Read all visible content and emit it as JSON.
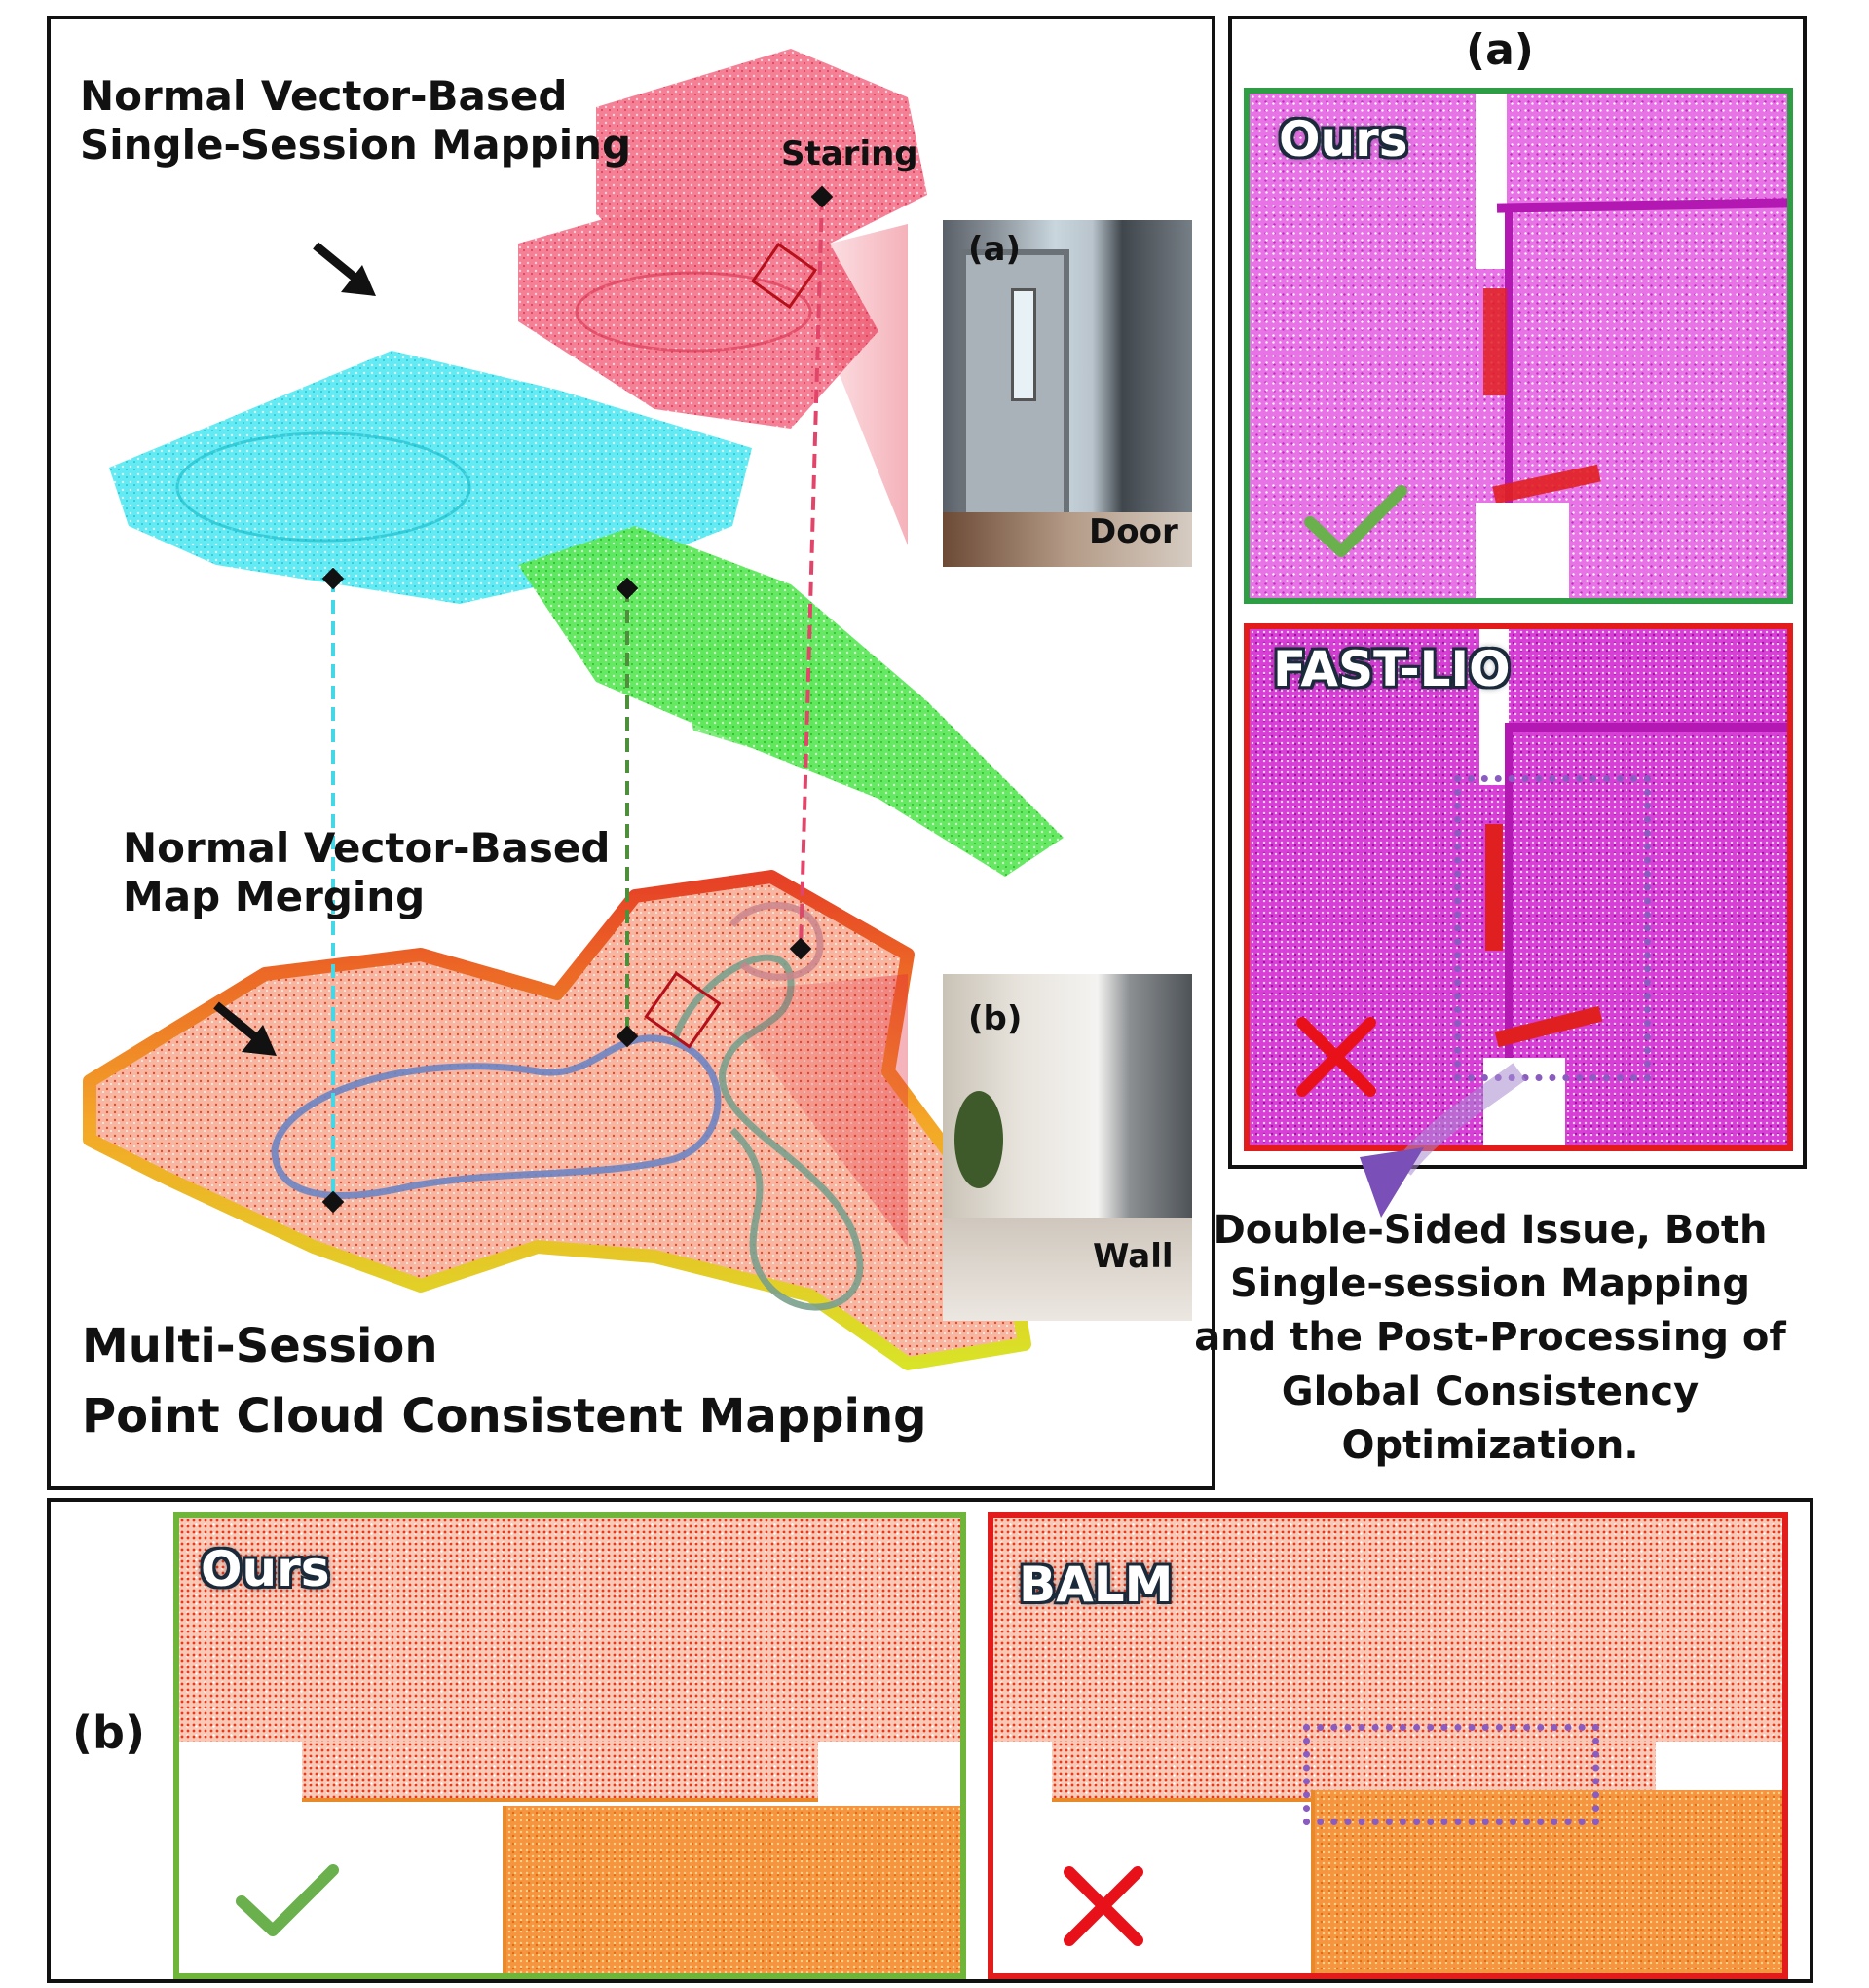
{
  "main_panel": {
    "label_single_session": [
      "Normal Vector-Based",
      "Single-Session Mapping"
    ],
    "label_staring": "Staring",
    "label_map_merging": [
      "Normal Vector-Based",
      "Map Merging"
    ],
    "label_multi_session": [
      "Multi-Session",
      "Point Cloud Consistent Mapping"
    ],
    "inset_a": {
      "tag": "(a)",
      "caption": "Door"
    },
    "inset_b": {
      "tag": "(b)",
      "caption": "Wall"
    }
  },
  "right_panel": {
    "tag": "(a)",
    "ours_label": "Ours",
    "fastlio_label": "FAST-LIO"
  },
  "issue_caption": [
    "Double-Sided Issue, Both",
    "Single-session Mapping",
    "and the Post-Processing of",
    "Global Consistency",
    "Optimization."
  ],
  "bottom_panel": {
    "tag": "(b)",
    "ours_label": "Ours",
    "balm_label": "BALM"
  },
  "colors": {
    "session_pink": "#f25a7a",
    "session_cyan": "#39e3ef",
    "session_green": "#3fe03a",
    "good_frame": "#2e9e44",
    "good_frame_bottom": "#6fb53a",
    "bad_frame": "#e21b1b",
    "highlight_purple": "#8a5cc0",
    "check": "#6ab04c",
    "cross": "#e8111a"
  }
}
